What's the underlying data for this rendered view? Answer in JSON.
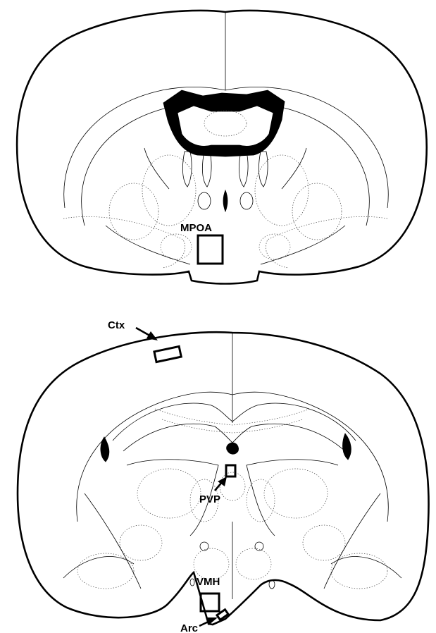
{
  "figure": {
    "top_section": {
      "regions": [
        {
          "id": "mpoa",
          "label": "MPOA"
        }
      ]
    },
    "bottom_section": {
      "regions": [
        {
          "id": "ctx",
          "label": "Ctx"
        },
        {
          "id": "pvp",
          "label": "PVP"
        },
        {
          "id": "vmh",
          "label": "VMH"
        },
        {
          "id": "arc",
          "label": "Arc"
        }
      ]
    }
  }
}
